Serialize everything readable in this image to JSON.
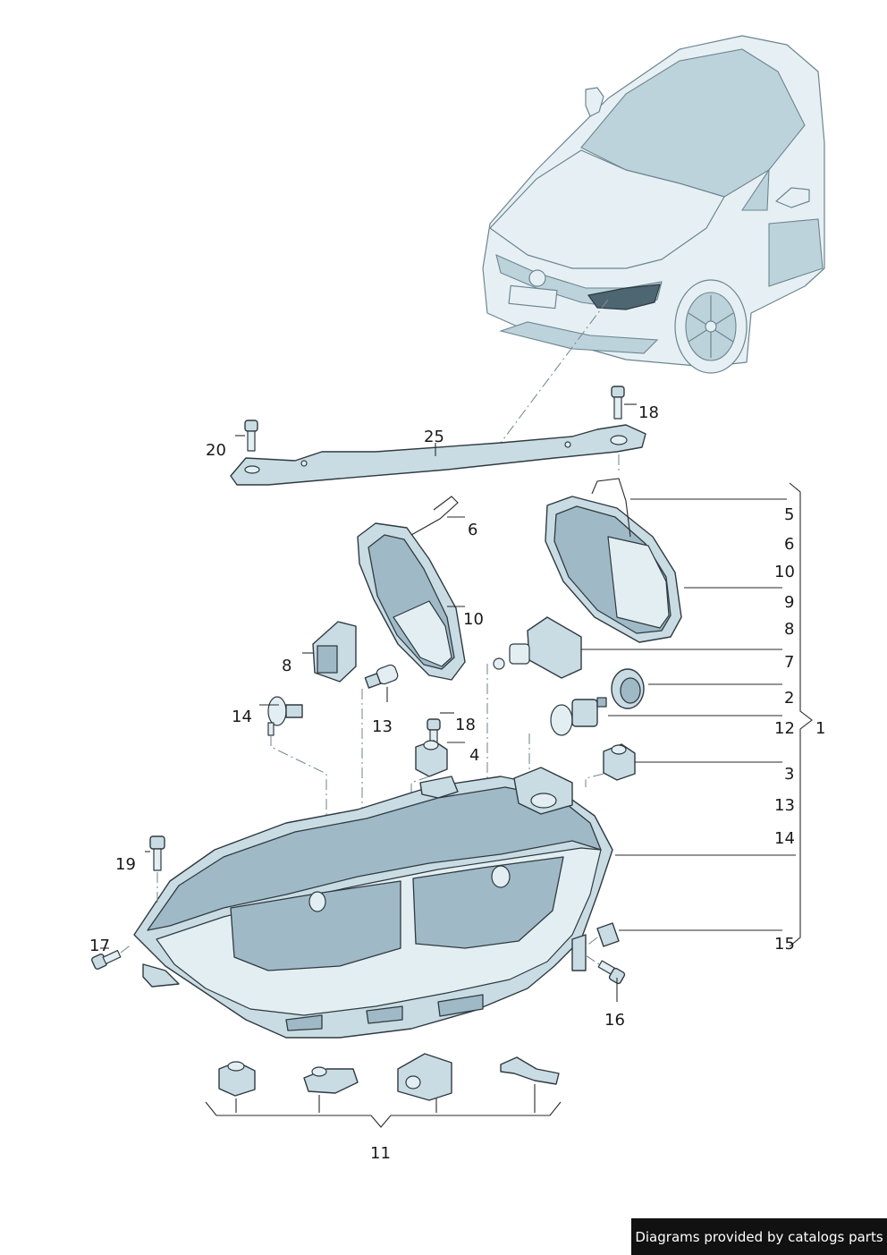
{
  "labels": {
    "l1": "1",
    "l2": "2",
    "l3": "3",
    "l4": "4",
    "l5": "5",
    "l6a": "6",
    "l6b": "6",
    "l7": "7",
    "l8a": "8",
    "l8b": "8",
    "l9": "9",
    "l10a": "10",
    "l10b": "10",
    "l11": "11",
    "l12": "12",
    "l13a": "13",
    "l13b": "13",
    "l14a": "14",
    "l14b": "14",
    "l15": "15",
    "l16": "16",
    "l17": "17",
    "l18a": "18",
    "l18b": "18",
    "l19": "19",
    "l20": "20",
    "l25": "25"
  },
  "credit": "Diagrams provided by catalogs parts"
}
